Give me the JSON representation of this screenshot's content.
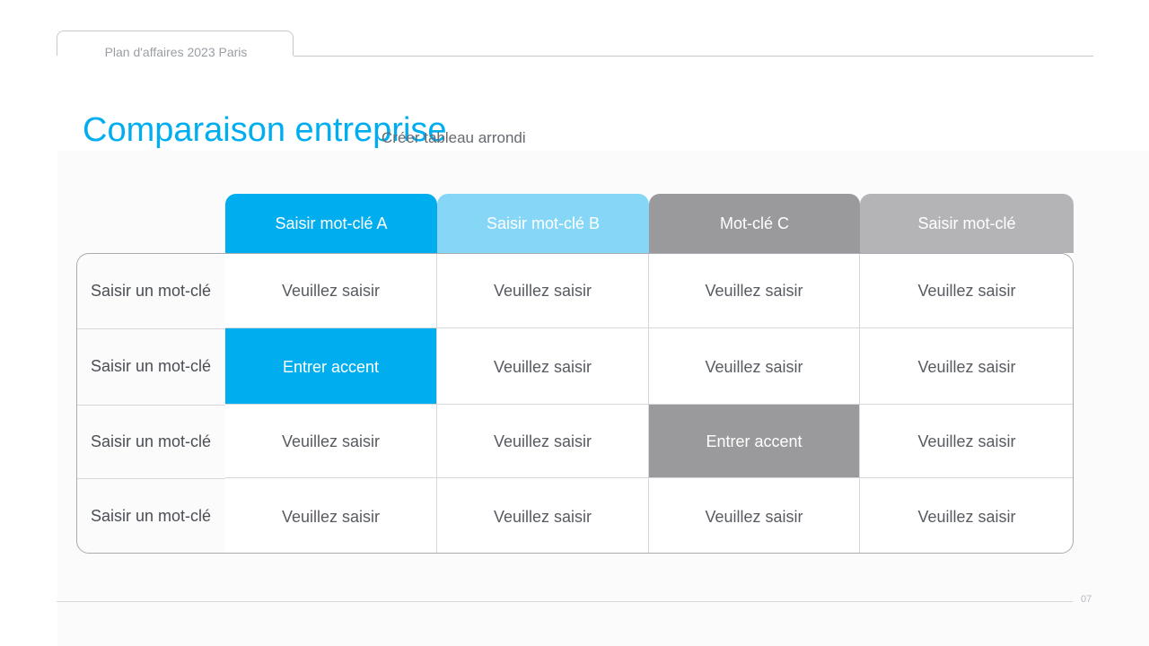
{
  "header": {
    "label": "Plan d'affaires 2023 Paris"
  },
  "title": "Comparaison entreprise",
  "subtitle": "Créer tableau arrondi",
  "table": {
    "columns": [
      {
        "label": "Saisir mot-clé A",
        "color": "#00aeef"
      },
      {
        "label": "Saisir mot-clé B",
        "color": "#86d6f7"
      },
      {
        "label": "Mot-clé C",
        "color": "#9a9a9c"
      },
      {
        "label": "Saisir mot-clé",
        "color": "#b4b4b7"
      }
    ],
    "rows": [
      {
        "label": "Saisir un mot-clé",
        "cells": [
          "Veuillez saisir",
          "Veuillez saisir",
          "Veuillez saisir",
          "Veuillez saisir"
        ]
      },
      {
        "label": "Saisir un mot-clé",
        "cells": [
          "Entrer accent",
          "Veuillez saisir",
          "Veuillez saisir",
          "Veuillez saisir"
        ]
      },
      {
        "label": "Saisir un mot-clé",
        "cells": [
          "Veuillez saisir",
          "Veuillez saisir",
          "Entrer accent",
          "Veuillez saisir"
        ]
      },
      {
        "label": "Saisir un mot-clé",
        "cells": [
          "Veuillez saisir",
          "Veuillez saisir",
          "Veuillez saisir",
          "Veuillez saisir"
        ]
      }
    ],
    "accents": {
      "blue": "#00aeef",
      "gray": "#9a9a9c"
    }
  },
  "footer": {
    "page_number": "07"
  }
}
